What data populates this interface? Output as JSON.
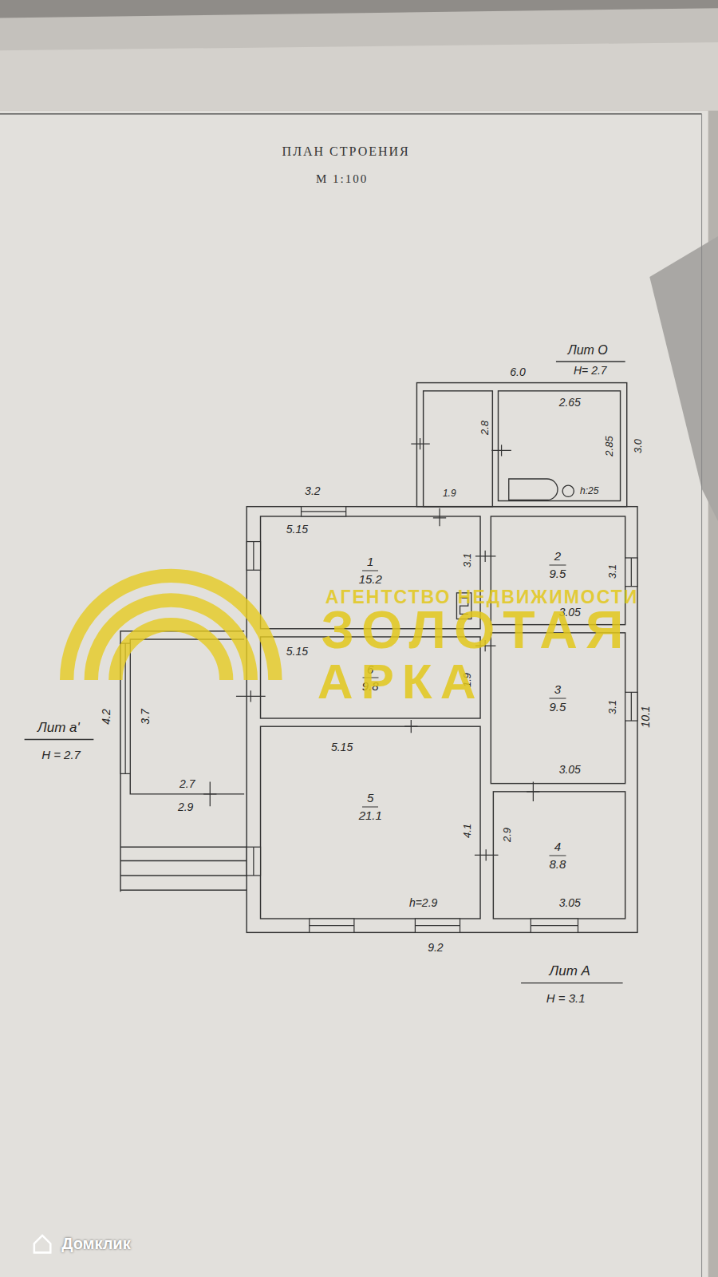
{
  "diagram": {
    "title": "ПЛАН СТРОЕНИЯ",
    "nodes": [
      {
        "text": [
          "1",
          "15.2"
        ]
      },
      {
        "text": [
          "2",
          "9.5"
        ]
      },
      {
        "text": [
          "3",
          "9.5"
        ]
      },
      {
        "text": [
          "4",
          "8.8"
        ]
      },
      {
        "text": [
          "5",
          "21.1"
        ]
      },
      {
        "text": [
          "6",
          "9.8"
        ]
      }
    ],
    "labels": [
      "М 1:100",
      "Лит О",
      "Н= 2.7",
      "6.0",
      "2.65",
      "2.8",
      "2.85",
      "3.0",
      "h:25",
      "3.2",
      "1.9",
      "5.15",
      "3.1",
      "3.1",
      "3.05",
      "5.15",
      "1.9",
      "3.1",
      "10.1",
      "3.05",
      "4.2",
      "3.7",
      "Лит а'",
      "Н = 2.7",
      "2.7",
      "2.9",
      "5.15",
      "4.1",
      "2.9",
      "h=2.9",
      "3.05",
      "9.2",
      "Лит А",
      "Н = 3.1",
      "АГЕНТСТВО НЕДВИЖИМОСТИ",
      "ЗОЛОТАЯ",
      "АРКА",
      "Домклик"
    ]
  }
}
